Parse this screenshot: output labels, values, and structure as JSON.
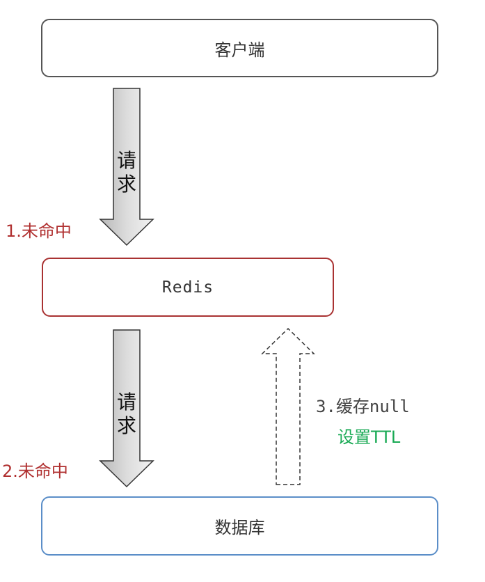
{
  "nodes": {
    "client": "客户端",
    "redis": "Redis",
    "database": "数据库"
  },
  "arrows": {
    "request_1": [
      "请",
      "求"
    ],
    "request_2": [
      "请",
      "求"
    ]
  },
  "notes": {
    "miss_1": "1.未命中",
    "miss_2": "2.未命中",
    "cache_null": "3.缓存null",
    "set_ttl": "设置TTL"
  },
  "colors": {
    "client_border": "#555555",
    "redis_border": "#a93232",
    "db_border": "#5b8ec8",
    "miss_text": "#b03030",
    "ttl_text": "#1aaa55",
    "arrow_fill_dark": "#bdbdbd",
    "arrow_fill_light": "#f0f0f0"
  }
}
